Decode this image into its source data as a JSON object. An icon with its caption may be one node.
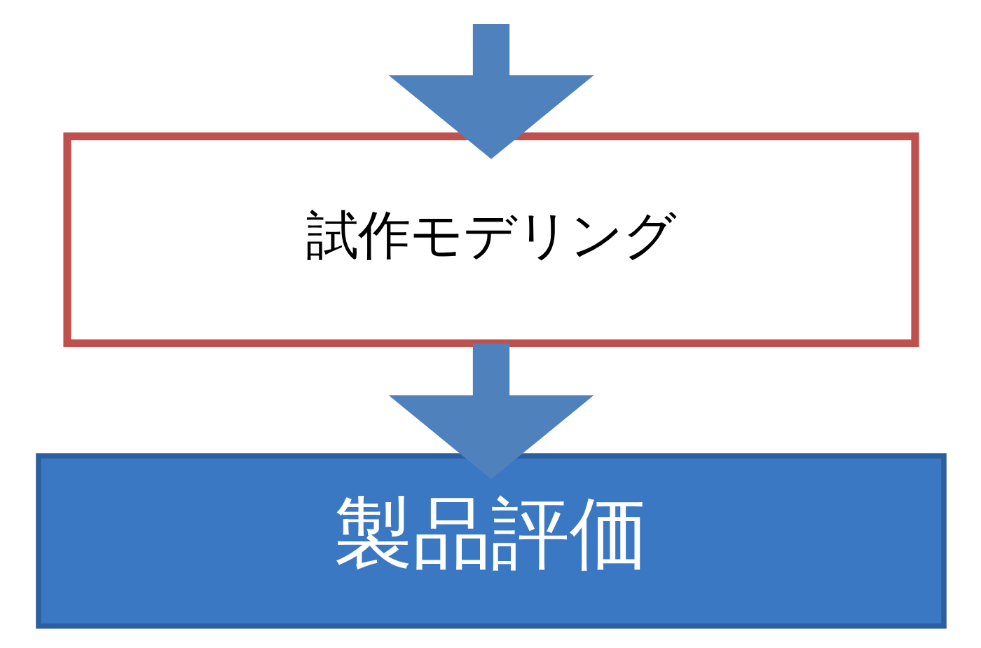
{
  "diagram": {
    "nodes": [
      {
        "text": [
          "試作モデリング"
        ]
      },
      {
        "text": [
          "製品評価"
        ]
      }
    ],
    "edges": [
      {
        "from": null,
        "to": 0,
        "arrow": "to"
      },
      {
        "from": 0,
        "to": 1,
        "arrow": "to"
      }
    ]
  }
}
